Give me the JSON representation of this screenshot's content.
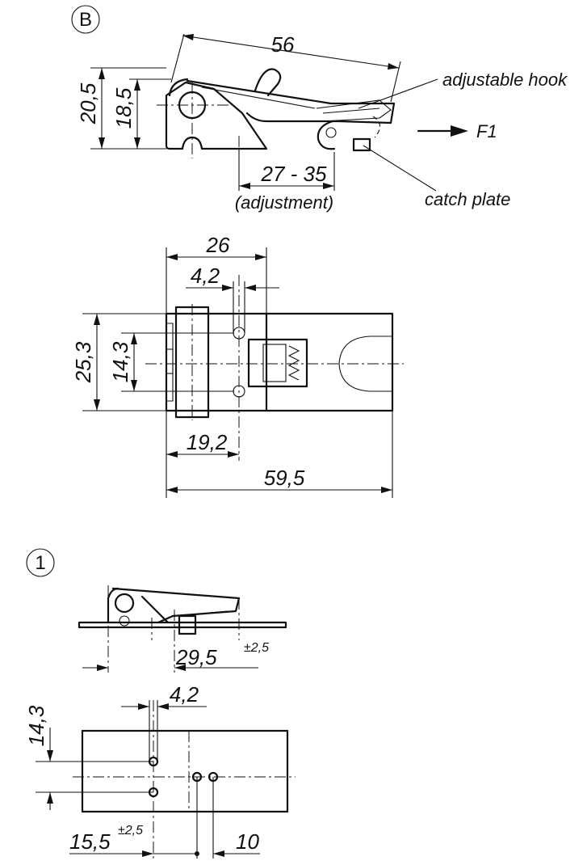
{
  "views": {
    "view_b": {
      "marker": "B",
      "dim_total_length": "56",
      "dim_height_outer": "20,5",
      "dim_height_inner": "18,5",
      "dim_adjustment_range": "27 - 35",
      "dim_adjustment_note": "(adjustment)",
      "label_adjustable_hook": "adjustable hook",
      "label_catch_plate": "catch plate",
      "label_force": "F1"
    },
    "top_view": {
      "dim_width_26": "26",
      "dim_hole_dia": "4,2",
      "dim_height_25": "25,3",
      "dim_hole_spacing": "14,3",
      "dim_hole_offset": "19,2",
      "dim_total_length": "59,5"
    },
    "view_1": {
      "marker": "1",
      "dim_distance": "29,5",
      "dim_distance_tol": "±2,5"
    },
    "bottom_view": {
      "dim_hole_spacing": "14,3",
      "dim_hole_dia": "4,2",
      "dim_offset": "15,5",
      "dim_offset_tol": "±2,5",
      "dim_catch_spacing": "10"
    }
  }
}
